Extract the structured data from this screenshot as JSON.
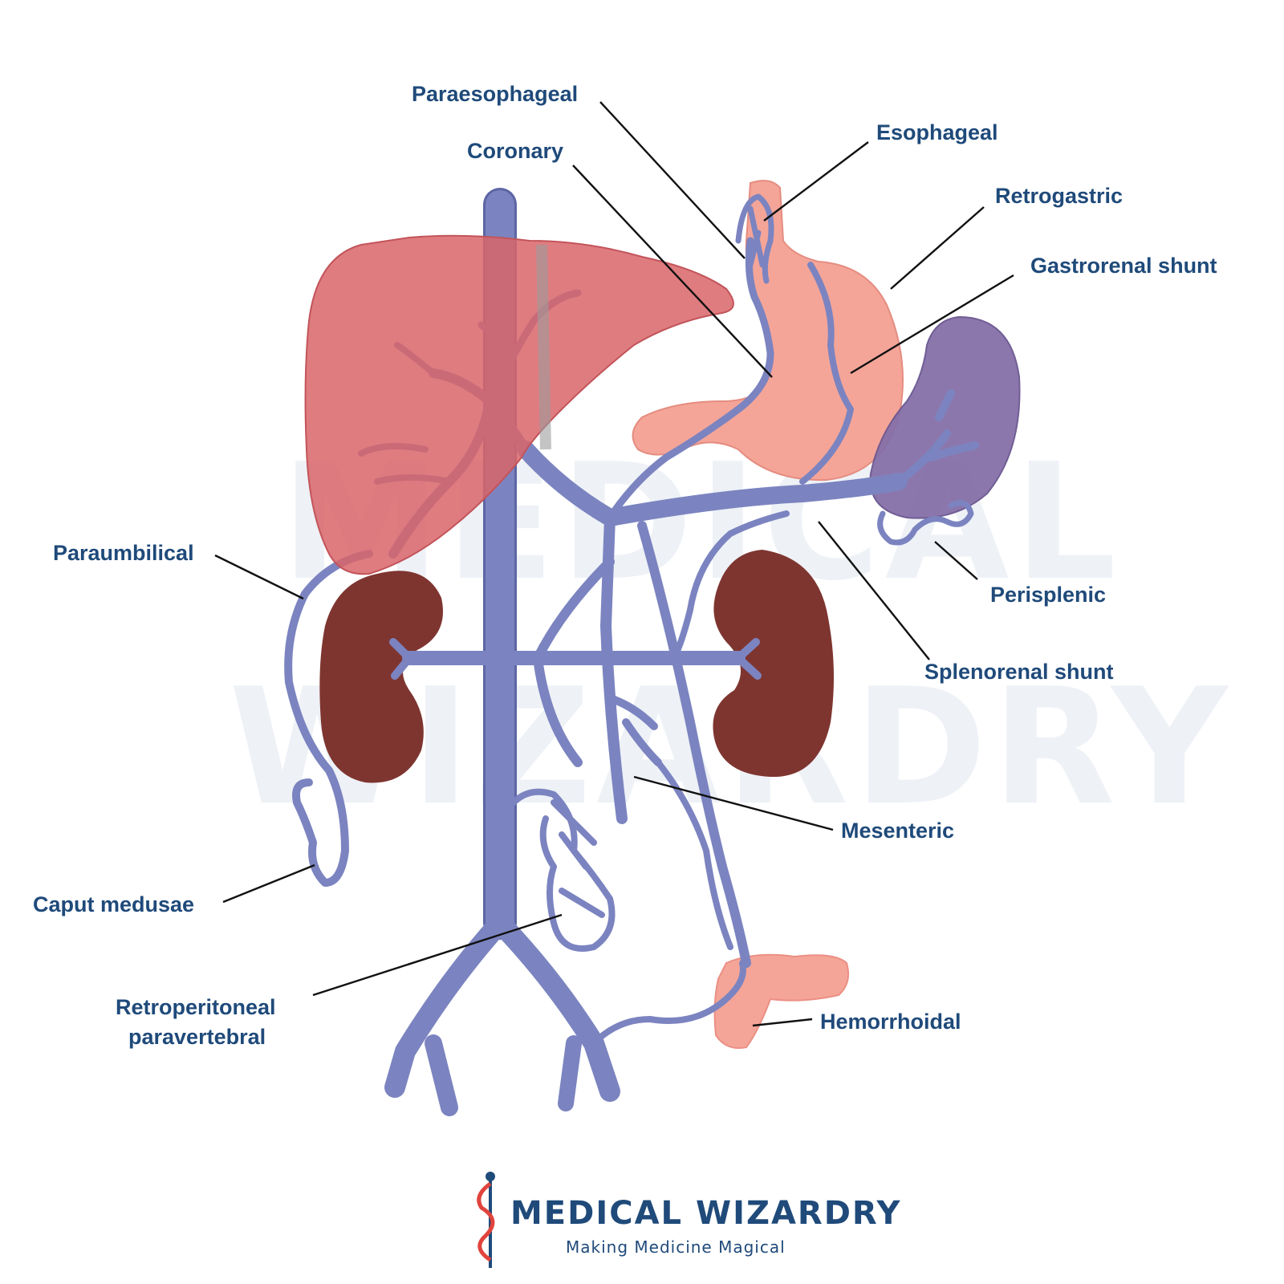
{
  "watermark": {
    "line1": "MEDICAL",
    "line2": "WIZARDRY"
  },
  "labels": {
    "paraesophageal": "Paraesophageal",
    "coronary": "Coronary",
    "esophageal": "Esophageal",
    "retrogastric": "Retrogastric",
    "gastrorenal_shunt": "Gastrorenal shunt",
    "paraumbilical": "Paraumbilical",
    "perisplenic": "Perisplenic",
    "splenorenal_shunt": "Splenorenal shunt",
    "mesenteric": "Mesenteric",
    "caput_medusae": "Caput medusae",
    "retroperitoneal_line1": "Retroperitoneal",
    "retroperitoneal_line2": "paravertebral",
    "hemorrhoidal": "Hemorrhoidal"
  },
  "brand": {
    "name": "MEDICAL WIZARDRY",
    "tagline": "Making Medicine Magical"
  },
  "colors": {
    "label_text": "#1f4a7a",
    "vein": "#7b84c0",
    "liver": "#d9656a",
    "stomach": "#f4a598",
    "spleen": "#8670a8",
    "kidney": "#7e3530"
  }
}
